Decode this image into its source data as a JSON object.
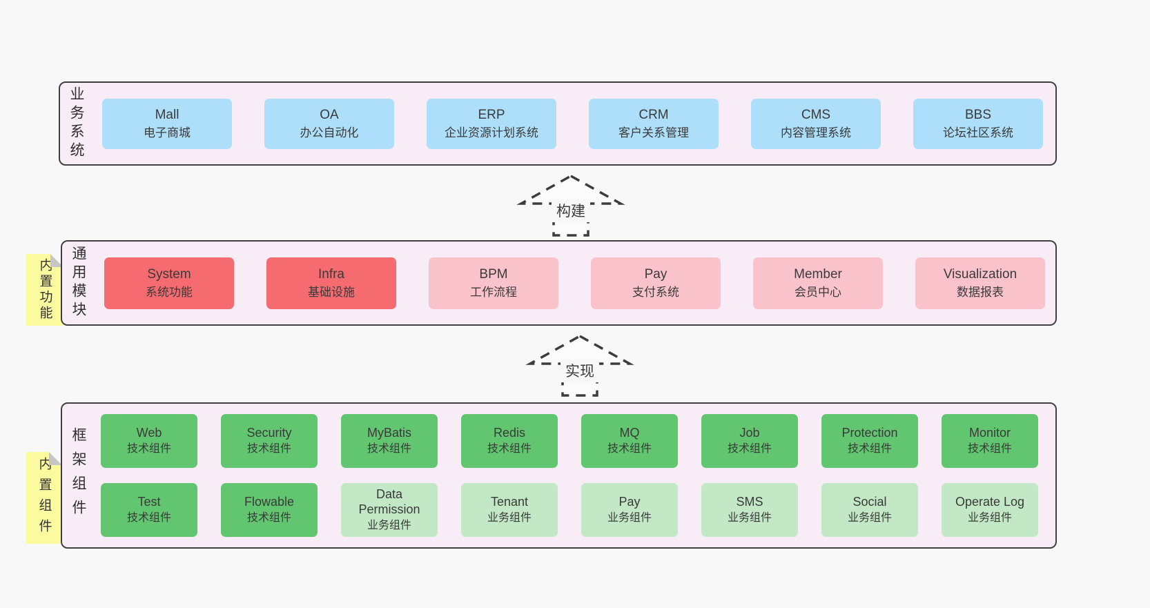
{
  "colors": {
    "page_bg": "#f8f8f8",
    "container_bg": "#f8edf6",
    "container_border": "#3f3f3f",
    "blue": "#aedffa",
    "red": "#f56b6f",
    "pink": "#fac3cb",
    "green": "#62c56f",
    "green_light": "#c3e8c6",
    "sticky_yellow": "#fbfa9f",
    "text": "#3a3a3a"
  },
  "stickies": {
    "features": {
      "label": "内置功能"
    },
    "components": {
      "label": "内置组件"
    }
  },
  "arrows": {
    "build": {
      "label": "构建"
    },
    "implement": {
      "label": "实现"
    }
  },
  "layers": {
    "business": {
      "side_label": "业务系统",
      "boxes": [
        {
          "title": "Mall",
          "subtitle": "电子商城",
          "variant": "blue"
        },
        {
          "title": "OA",
          "subtitle": "办公自动化",
          "variant": "blue"
        },
        {
          "title": "ERP",
          "subtitle": "企业资源计划系统",
          "variant": "blue"
        },
        {
          "title": "CRM",
          "subtitle": "客户关系管理",
          "variant": "blue"
        },
        {
          "title": "CMS",
          "subtitle": "内容管理系统",
          "variant": "blue"
        },
        {
          "title": "BBS",
          "subtitle": "论坛社区系统",
          "variant": "blue"
        }
      ]
    },
    "modules": {
      "side_label": "通用模块",
      "boxes": [
        {
          "title": "System",
          "subtitle": "系统功能",
          "variant": "red"
        },
        {
          "title": "Infra",
          "subtitle": "基础设施",
          "variant": "red"
        },
        {
          "title": "BPM",
          "subtitle": "工作流程",
          "variant": "pink"
        },
        {
          "title": "Pay",
          "subtitle": "支付系统",
          "variant": "pink"
        },
        {
          "title": "Member",
          "subtitle": "会员中心",
          "variant": "pink"
        },
        {
          "title": "Visualization",
          "subtitle": "数据报表",
          "variant": "pink"
        }
      ]
    },
    "framework": {
      "side_label": "框架组件",
      "rows": [
        [
          {
            "title": "Web",
            "subtitle": "技术组件",
            "variant": "green"
          },
          {
            "title": "Security",
            "subtitle": "技术组件",
            "variant": "green"
          },
          {
            "title": "MyBatis",
            "subtitle": "技术组件",
            "variant": "green"
          },
          {
            "title": "Redis",
            "subtitle": "技术组件",
            "variant": "green"
          },
          {
            "title": "MQ",
            "subtitle": "技术组件",
            "variant": "green"
          },
          {
            "title": "Job",
            "subtitle": "技术组件",
            "variant": "green"
          },
          {
            "title": "Protection",
            "subtitle": "技术组件",
            "variant": "green"
          },
          {
            "title": "Monitor",
            "subtitle": "技术组件",
            "variant": "green"
          }
        ],
        [
          {
            "title": "Test",
            "subtitle": "技术组件",
            "variant": "green"
          },
          {
            "title": "Flowable",
            "subtitle": "技术组件",
            "variant": "green"
          },
          {
            "title": "Data Permission",
            "subtitle": "业务组件",
            "variant": "green-light"
          },
          {
            "title": "Tenant",
            "subtitle": "业务组件",
            "variant": "green-light"
          },
          {
            "title": "Pay",
            "subtitle": "业务组件",
            "variant": "green-light"
          },
          {
            "title": "SMS",
            "subtitle": "业务组件",
            "variant": "green-light"
          },
          {
            "title": "Social",
            "subtitle": "业务组件",
            "variant": "green-light"
          },
          {
            "title": "Operate Log",
            "subtitle": "业务组件",
            "variant": "green-light"
          }
        ]
      ]
    }
  }
}
